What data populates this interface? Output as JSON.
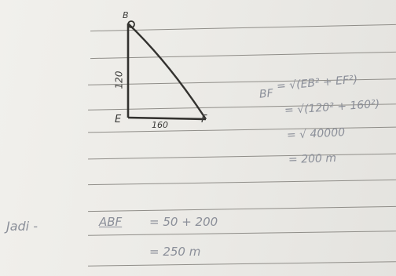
{
  "diagram": {
    "vertex_top": "B",
    "vertex_corner": "E",
    "vertex_right": "F",
    "side_vertical": "120",
    "side_horizontal": "160"
  },
  "calc": {
    "line1_lhs": "BF",
    "line1_rhs": "= √(EB² + EF²)",
    "line2": "= √(120² + 160²)",
    "line3": "= √ 40000",
    "line4": "= 200 m"
  },
  "conclusion": {
    "label": "Jadi -",
    "line1_lhs": "ABF",
    "line1_rhs": "= 50 + 200",
    "line2": "= 250 m"
  }
}
